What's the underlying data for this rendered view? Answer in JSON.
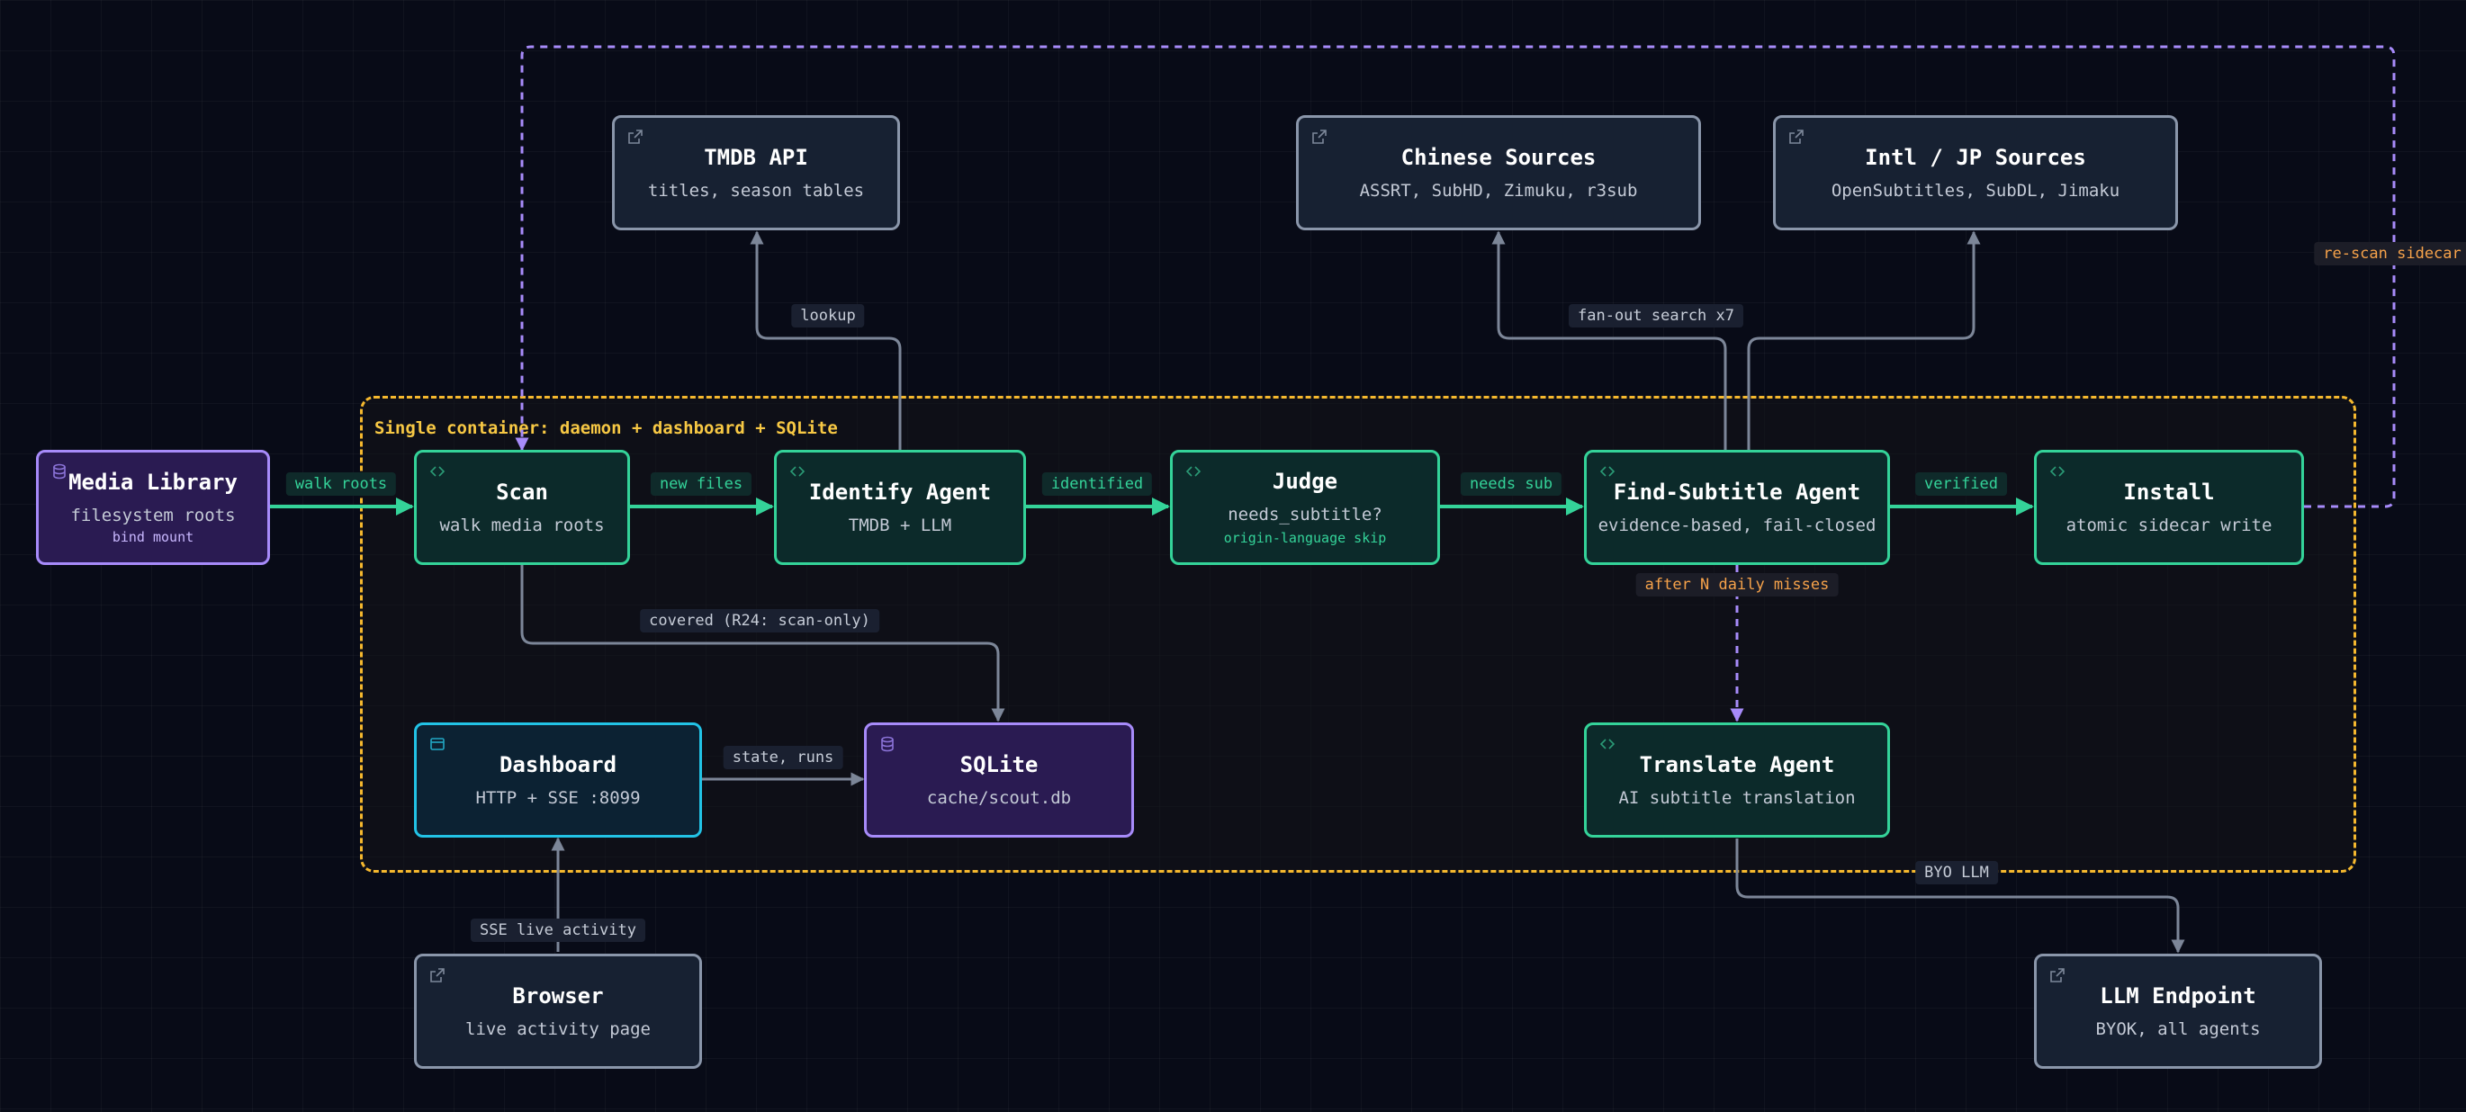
{
  "container": {
    "label": "Single container: daemon + dashboard + SQLite"
  },
  "nodes": {
    "media_library": {
      "title": "Media Library",
      "sub": "filesystem roots",
      "note": "bind mount"
    },
    "scan": {
      "title": "Scan",
      "sub": "walk media roots"
    },
    "identify_agent": {
      "title": "Identify Agent",
      "sub": "TMDB + LLM"
    },
    "judge": {
      "title": "Judge",
      "sub": "needs_subtitle?",
      "note": "origin-language skip"
    },
    "find_subtitle_agent": {
      "title": "Find-Subtitle Agent",
      "sub": "evidence-based, fail-closed"
    },
    "install": {
      "title": "Install",
      "sub": "atomic sidecar write"
    },
    "tmdb_api": {
      "title": "TMDB API",
      "sub": "titles, season tables"
    },
    "chinese_sources": {
      "title": "Chinese Sources",
      "sub": "ASSRT, SubHD, Zimuku, r3sub"
    },
    "intl_jp_sources": {
      "title": "Intl / JP Sources",
      "sub": "OpenSubtitles, SubDL, Jimaku"
    },
    "dashboard": {
      "title": "Dashboard",
      "sub": "HTTP + SSE :8099"
    },
    "sqlite": {
      "title": "SQLite",
      "sub": "cache/scout.db"
    },
    "translate_agent": {
      "title": "Translate Agent",
      "sub": "AI subtitle translation"
    },
    "browser": {
      "title": "Browser",
      "sub": "live activity page"
    },
    "llm_endpoint": {
      "title": "LLM Endpoint",
      "sub": "BYOK, all agents"
    }
  },
  "edges": {
    "walk_roots": "walk roots",
    "new_files": "new files",
    "identified": "identified",
    "needs_sub": "needs sub",
    "verified": "verified",
    "lookup": "lookup",
    "fan_out": "fan-out search x7",
    "rescan": "re-scan sidecar",
    "covered": "covered (R24: scan-only)",
    "daily_misses": "after N daily misses",
    "state_runs": "state, runs",
    "sse_live": "SSE live activity",
    "byo_llm": "BYO LLM"
  },
  "colors": {
    "agent_border": "#34d399",
    "data_border": "#a78bfa",
    "external_border": "#8a96aa",
    "ui_border": "#22c3e6",
    "container_border": "#f5b82e",
    "flow_arrow": "#34d399",
    "rescan_arrow": "#a78bfa",
    "neutral_arrow": "#7c8698"
  },
  "icons": {
    "agent": "code-brackets-icon",
    "data": "database-icon",
    "external": "external-link-icon",
    "ui": "browser-window-icon"
  }
}
